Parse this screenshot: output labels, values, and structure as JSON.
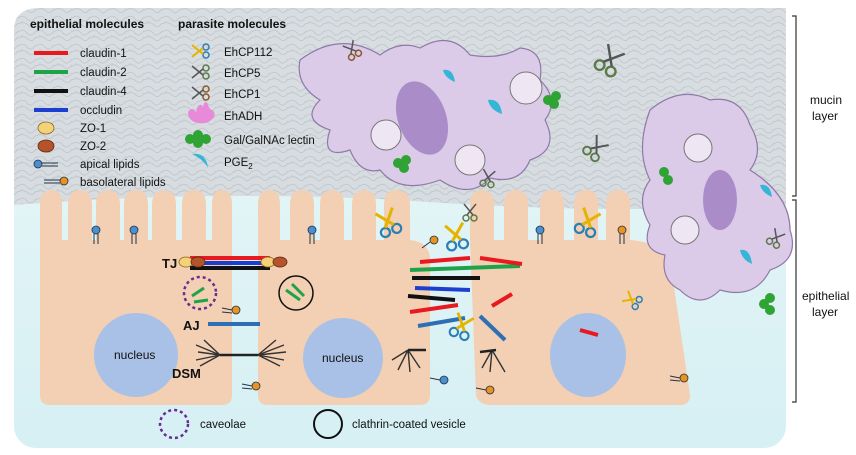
{
  "legend": {
    "epithelial_title": "epithelial molecules",
    "parasite_title": "parasite molecules",
    "epithelial_items": [
      "claudin-1",
      "claudin-2",
      "claudin-4",
      "occludin",
      "ZO-1",
      "ZO-2",
      "apical lipids",
      "basolateral lipids"
    ],
    "parasite_items": [
      "EhCP112",
      "EhCP5",
      "EhCP1",
      "EhADH",
      "Gal/GalNAc lectin",
      "PGE"
    ],
    "pge_subscript": "2"
  },
  "labels": {
    "tj": "TJ",
    "aj": "AJ",
    "dsm": "DSM",
    "nucleus_1": "nucleus",
    "nucleus_2": "nucleus",
    "mucin_layer_1": "mucin",
    "mucin_layer_2": "layer",
    "epithelial_layer_1": "epithelial",
    "epithelial_layer_2": "layer",
    "caveolae": "caveolae",
    "clathrin": "clathrin-coated vesicle"
  },
  "colors": {
    "claudin1": "#e8191f",
    "claudin2": "#1fa34a",
    "claudin4": "#111111",
    "occludin": "#1c3fd1",
    "zo1": "#f3d27a",
    "zo2": "#b5532a",
    "cell": "#f3cfb3",
    "nucleus": "#a9c1e6",
    "amoeba": "#dccbe8",
    "amoeba_nucleus": "#a98cc8",
    "mucin": "#c9ced3",
    "caveolae": "#6a2c91",
    "gal_lectin": "#2fa333",
    "pge2": "#35b6d6",
    "ehadh": "#e88ad8"
  },
  "icons": [
    "scissors-icon",
    "hand-icon",
    "lectin-icon",
    "crescent-icon",
    "lipid-icon"
  ]
}
